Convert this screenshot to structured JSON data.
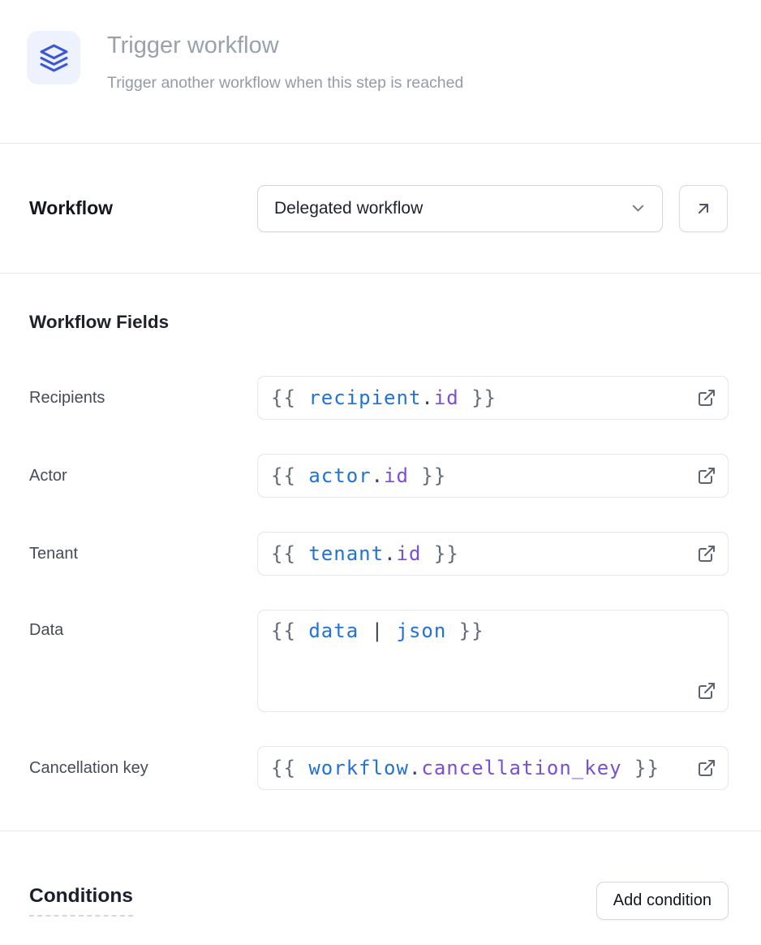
{
  "header": {
    "title": "Trigger workflow",
    "subtitle": "Trigger another workflow when this step is reached"
  },
  "workflow": {
    "label": "Workflow",
    "selected_option": "Delegated workflow"
  },
  "fields": {
    "heading": "Workflow Fields",
    "rows": [
      {
        "label": "Recipients",
        "tokens": [
          {
            "text": "{{ ",
            "color": "punct"
          },
          {
            "text": "recipient",
            "color": "blue"
          },
          {
            "text": ".",
            "color": "dot"
          },
          {
            "text": "id",
            "color": "purple"
          },
          {
            "text": " }}",
            "color": "punct"
          }
        ]
      },
      {
        "label": "Actor",
        "tokens": [
          {
            "text": "{{ ",
            "color": "punct"
          },
          {
            "text": "actor",
            "color": "blue"
          },
          {
            "text": ".",
            "color": "dot"
          },
          {
            "text": "id",
            "color": "purple"
          },
          {
            "text": " }}",
            "color": "punct"
          }
        ]
      },
      {
        "label": "Tenant",
        "tokens": [
          {
            "text": "{{ ",
            "color": "punct"
          },
          {
            "text": "tenant",
            "color": "blue"
          },
          {
            "text": ".",
            "color": "dot"
          },
          {
            "text": "id",
            "color": "purple"
          },
          {
            "text": " }}",
            "color": "punct"
          }
        ]
      },
      {
        "label": "Data",
        "tokens": [
          {
            "text": "{{ ",
            "color": "punct"
          },
          {
            "text": "data",
            "color": "blue"
          },
          {
            "text": " | ",
            "color": "pipe"
          },
          {
            "text": "json",
            "color": "blue"
          },
          {
            "text": " }}",
            "color": "punct"
          }
        ]
      },
      {
        "label": "Cancellation key",
        "tokens": [
          {
            "text": "{{ ",
            "color": "punct"
          },
          {
            "text": "workflow",
            "color": "blue"
          },
          {
            "text": ".",
            "color": "dot"
          },
          {
            "text": "cancellation_key",
            "color": "purple"
          },
          {
            "text": " }}",
            "color": "punct"
          }
        ]
      }
    ]
  },
  "conditions": {
    "heading": "Conditions",
    "add_button_label": "Add condition"
  },
  "colors": {
    "accent_blue": "#3b57d6",
    "icon_bg": "#eef2ff",
    "code_blue": "#2173d8",
    "code_purple": "#7a4fd6",
    "code_punct": "#646b78",
    "divider": "#e8eaee"
  }
}
